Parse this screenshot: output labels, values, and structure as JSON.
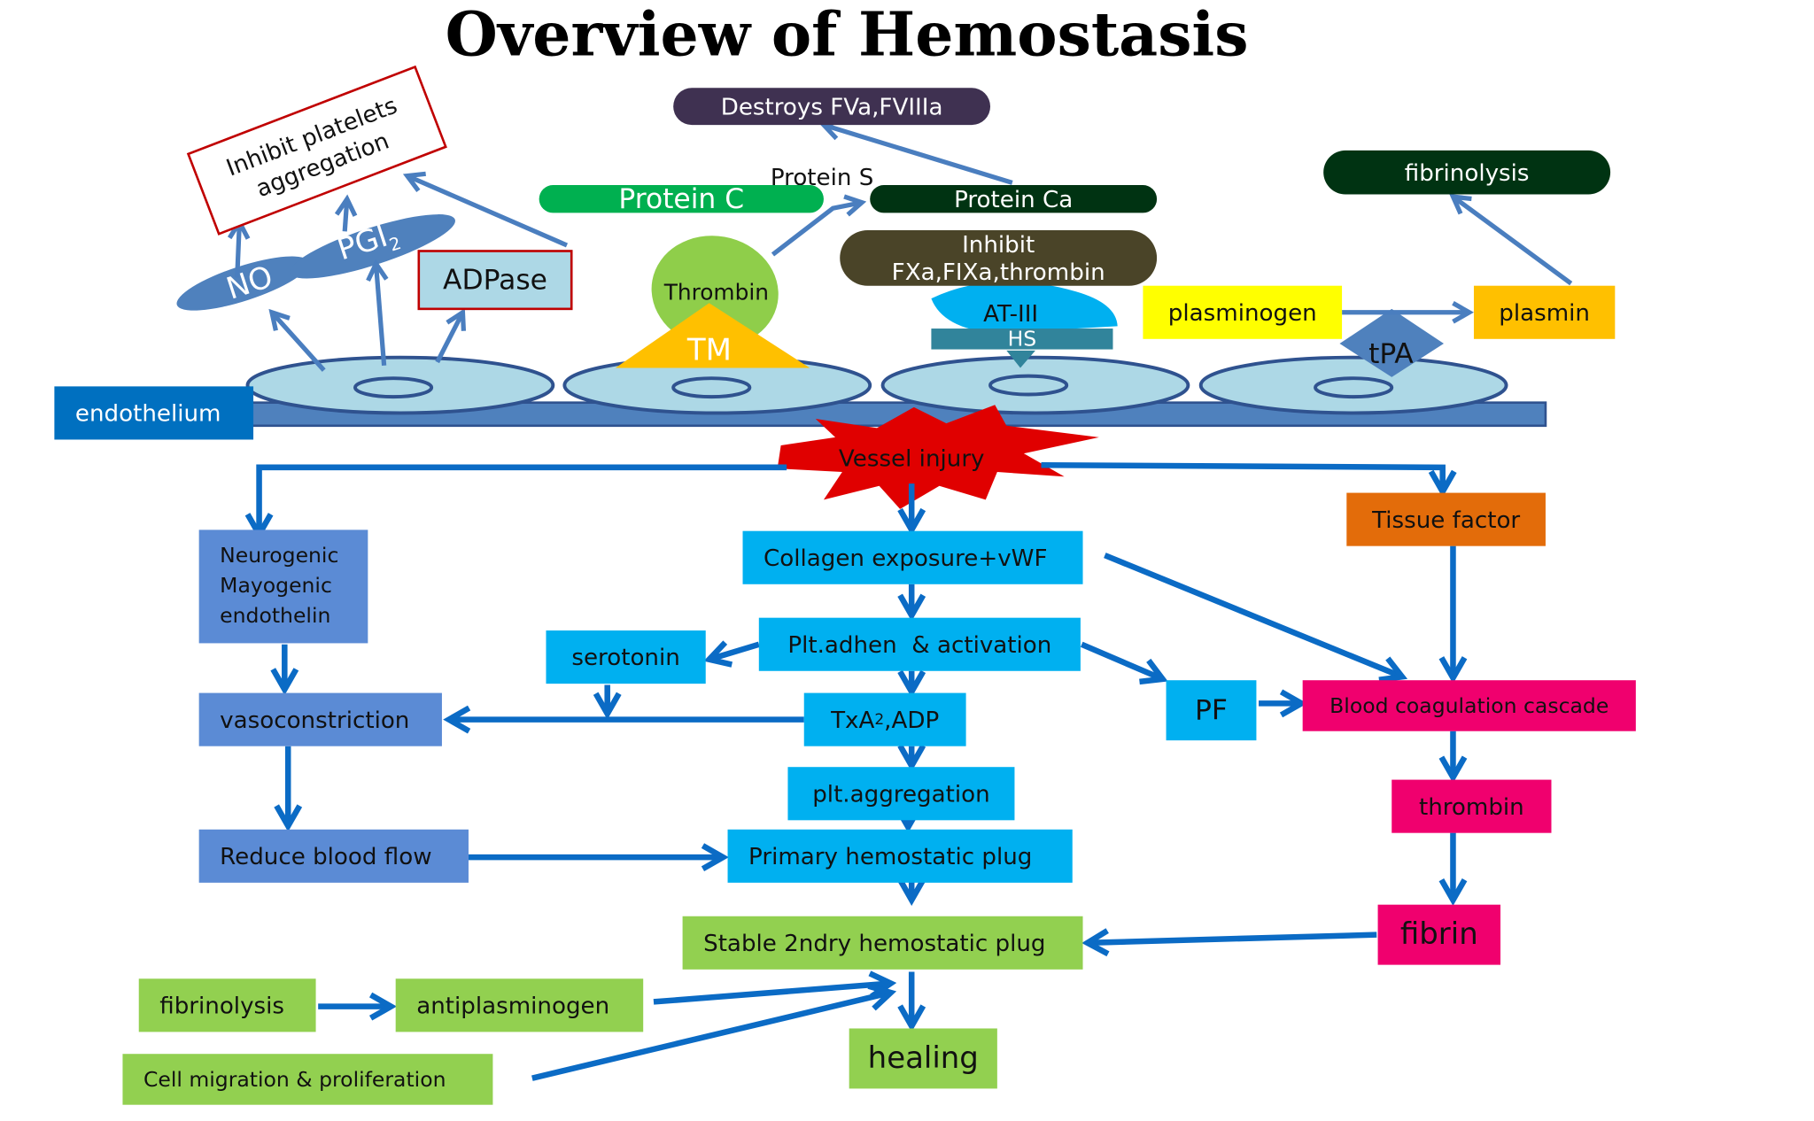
{
  "title": "Overview of Hemostasis",
  "colors": {
    "arrow": "#0b6bc5",
    "arrow_light": "#4a7ebf",
    "light_blue": "#00b0f0",
    "steel_blue": "#5b8bd5",
    "pink": "#f0006e",
    "green": "#92d050",
    "cell": "#add8e6",
    "endothelium": "#0070c0",
    "injury": "#e00000"
  },
  "top": {
    "destroys": "Destroys FVa,FVIIIa",
    "protein_s": "Protein S",
    "protein_c": "Protein C",
    "protein_ca": "Protein Ca",
    "inhibit_line1": "Inhibit",
    "inhibit_line2": "FXa,FIXa,thrombin",
    "fibrinolysis_top": "fibrinolysis",
    "inhibit_platelets_line1": "Inhibit platelets",
    "inhibit_platelets_line2": "aggregation",
    "no": "NO",
    "pgi2_main": "PGI",
    "pgi2_sub": "2",
    "adpase": "ADPase",
    "thrombin_top": "Thrombin",
    "tm": "TM",
    "at3": "AT-III",
    "hs": "HS",
    "plasminogen": "plasminogen",
    "plasmin": "plasmin",
    "tpa": "tPA",
    "endothelium": "endothelium"
  },
  "flow": {
    "vessel_injury": "Vessel injury",
    "neurogenic_lines": [
      "Neurogenic",
      "Mayogenic",
      "endothelin"
    ],
    "collagen": "Collagen exposure+vWF",
    "tissue_factor": "Tissue factor",
    "serotonin": "serotonin",
    "plt_adhen": "Plt.adhen  & activation",
    "vasoconstriction": "vasoconstriction",
    "txa2_main": "TxA",
    "txa2_sub": "2",
    "txa2_rest": ",ADP",
    "pf": "PF",
    "coag_cascade": "Blood coagulation cascade",
    "plt_aggregation": "plt.aggregation",
    "thrombin": "thrombin",
    "reduce_blood_flow": "Reduce blood flow",
    "primary_plug": "Primary hemostatic plug",
    "stable_plug": "Stable 2ndry hemostatic plug",
    "fibrin": "fibrin",
    "fibrinolysis": "fibrinolysis",
    "antiplasminogen": "antiplasminogen",
    "cell_migration": "Cell migration & proliferation",
    "healing": "healing"
  }
}
